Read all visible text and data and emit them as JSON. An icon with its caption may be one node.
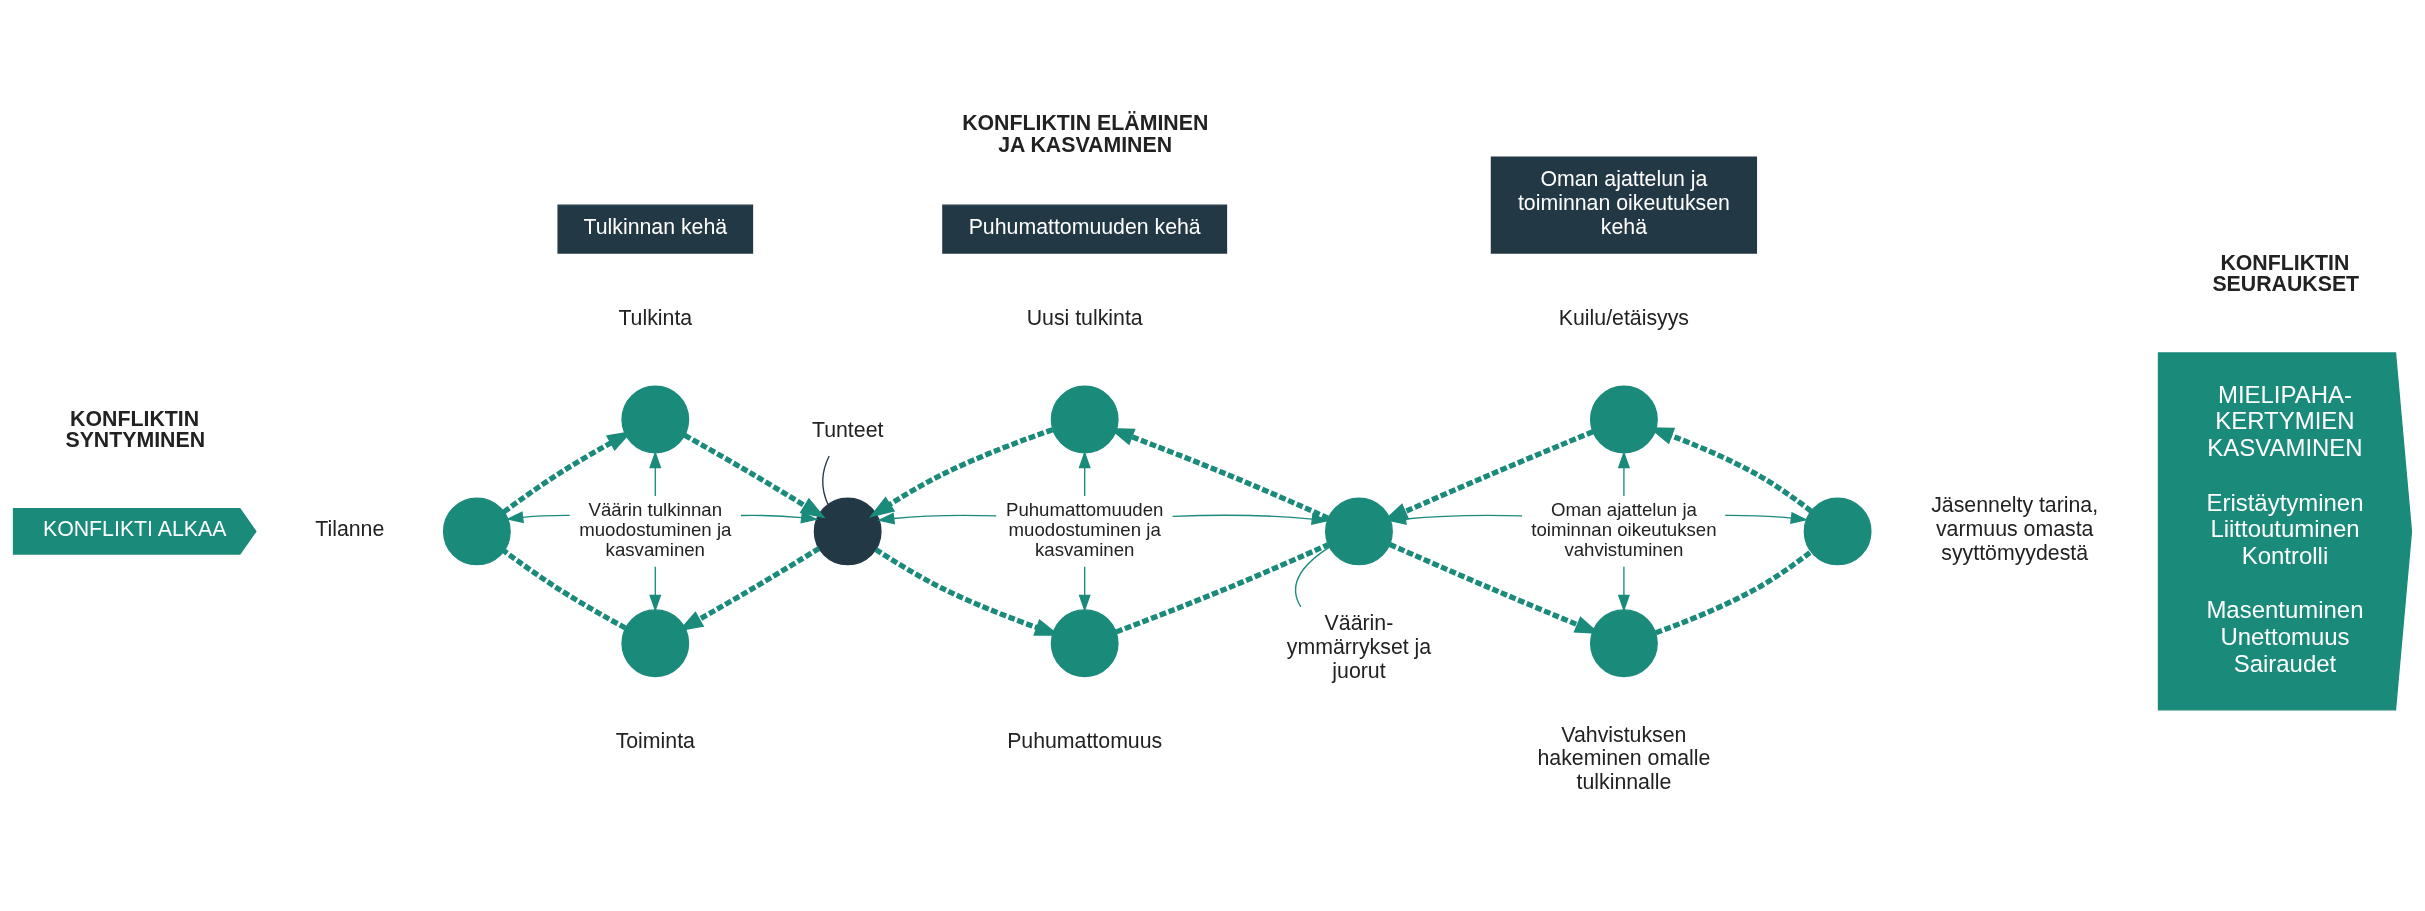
{
  "diagram": {
    "nodes": [
      {
        "text": [
          "Tulkinnan kehä"
        ]
      },
      {
        "text": [
          "Puhumattomuuden kehä"
        ]
      },
      {
        "text": [
          "Oman ajattelun ja toiminnan oikeutuksen kehä"
        ]
      },
      {
        "text": [],
        "shape": "circle",
        "beside": [
          "Tulkinta"
        ]
      },
      {
        "text": [],
        "shape": "circle",
        "beside": [
          "Uusi tulkinta"
        ]
      },
      {
        "text": [],
        "shape": "circle",
        "beside": [
          "Kuilu/etäisyys"
        ]
      },
      {
        "text": [
          "Tunteet"
        ]
      },
      {
        "text": [
          "KONFLIKTI ALKAA"
        ]
      },
      {
        "text": [],
        "shape": "circle",
        "beside": [
          "Tilanne"
        ]
      },
      {
        "text": [
          "Väärin tulkinnan muodostuminen ja kasvaminen"
        ]
      },
      {
        "text": [],
        "shape": "circle"
      },
      {
        "text": [
          "Puhumattomuuden muodostuminen ja kasvaminen"
        ]
      },
      {
        "text": [],
        "shape": "circle"
      },
      {
        "text": [
          "Oman ajattelun ja toiminnan oikeutuksen vahvistuminen"
        ]
      },
      {
        "text": [],
        "shape": "circle",
        "beside": [
          "Jäsennelty tarina, varmuus omasta syyttömyydestä"
        ]
      },
      {
        "text": [
          "MIELIPAHA- KERTYMIEN KASVAMINEN",
          "Eristäytyminen Liittoutuminen Kontrolli",
          "Masentuminen Unettomuus Sairaudet"
        ]
      },
      {
        "text": [],
        "shape": "circle",
        "beside": [
          "Toiminta"
        ]
      },
      {
        "text": [],
        "shape": "circle",
        "beside": [
          "Puhumattomuus"
        ]
      },
      {
        "text": [
          "Väärin- ymmärrykset ja juorut"
        ]
      },
      {
        "text": [],
        "shape": "circle",
        "beside": [
          "Vahvistuksen hakeminen omalle tulkinnalle"
        ]
      }
    ],
    "edges": [
      {
        "from": 8,
        "to": 3,
        "arrow": "to",
        "style": "dashed"
      },
      {
        "from": 3,
        "to": 10,
        "arrow": "to",
        "style": "dashed"
      },
      {
        "from": 10,
        "to": 16,
        "arrow": "to",
        "style": "dashed"
      },
      {
        "from": 16,
        "to": 8,
        "arrow": "none",
        "style": "dashed"
      },
      {
        "from": 4,
        "to": 10,
        "arrow": "to",
        "style": "dashed"
      },
      {
        "from": 12,
        "to": 4,
        "arrow": "to",
        "style": "dashed"
      },
      {
        "from": 10,
        "to": 17,
        "arrow": "to",
        "style": "dashed"
      },
      {
        "from": 17,
        "to": 12,
        "arrow": "none",
        "style": "dashed"
      },
      {
        "from": 5,
        "to": 12,
        "arrow": "to",
        "style": "dashed"
      },
      {
        "from": 14,
        "to": 5,
        "arrow": "to",
        "style": "dashed"
      },
      {
        "from": 12,
        "to": 19,
        "arrow": "to",
        "style": "dashed"
      },
      {
        "from": 19,
        "to": 14,
        "arrow": "none",
        "style": "dashed"
      },
      {
        "from": 9,
        "to": 3,
        "arrow": "to"
      },
      {
        "from": 9,
        "to": 8,
        "arrow": "to"
      },
      {
        "from": 9,
        "to": 10,
        "arrow": "to"
      },
      {
        "from": 9,
        "to": 16,
        "arrow": "to"
      },
      {
        "from": 11,
        "to": 4,
        "arrow": "to"
      },
      {
        "from": 11,
        "to": 10,
        "arrow": "to"
      },
      {
        "from": 11,
        "to": 12,
        "arrow": "to"
      },
      {
        "from": 11,
        "to": 17,
        "arrow": "to"
      },
      {
        "from": 13,
        "to": 5,
        "arrow": "to"
      },
      {
        "from": 13,
        "to": 12,
        "arrow": "to"
      },
      {
        "from": 13,
        "to": 14,
        "arrow": "to"
      },
      {
        "from": 13,
        "to": 19,
        "arrow": "to"
      },
      {
        "from": 6,
        "to": 10,
        "arrow": "none",
        "color": "#233845"
      },
      {
        "from": 18,
        "to": 12,
        "arrow": "none"
      }
    ],
    "labels": [
      "KONFLIKTIN SYNTYMINEN",
      "KONFLIKTIN ELÄMINEN JA KASVAMINEN",
      "KONFLIKTIN SEURAUKSET"
    ]
  }
}
